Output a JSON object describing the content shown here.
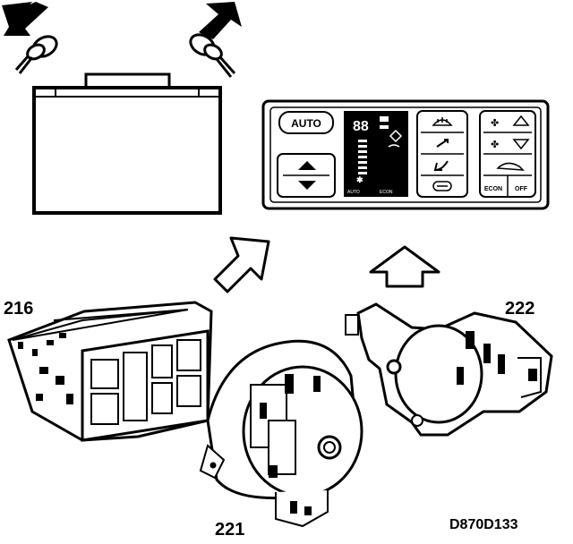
{
  "labels": {
    "control_panel_unit": "216",
    "actuator_round": "221",
    "actuator_servo": "222",
    "figure_code": "D870D133"
  },
  "panel": {
    "auto_button": "AUTO",
    "display_digits": "88",
    "display_left": "AUTO",
    "display_right": "ECON",
    "econ_button": "ECON",
    "off_button": "OFF"
  },
  "icons": [
    "arrow-up-left-icon",
    "arrow-up-right-icon",
    "battery-terminal-icon",
    "up-arrow-icon",
    "down-arrow-icon",
    "fan-icon",
    "defrost-icon",
    "face-vent-icon",
    "foot-vent-icon",
    "recirculation-icon"
  ]
}
